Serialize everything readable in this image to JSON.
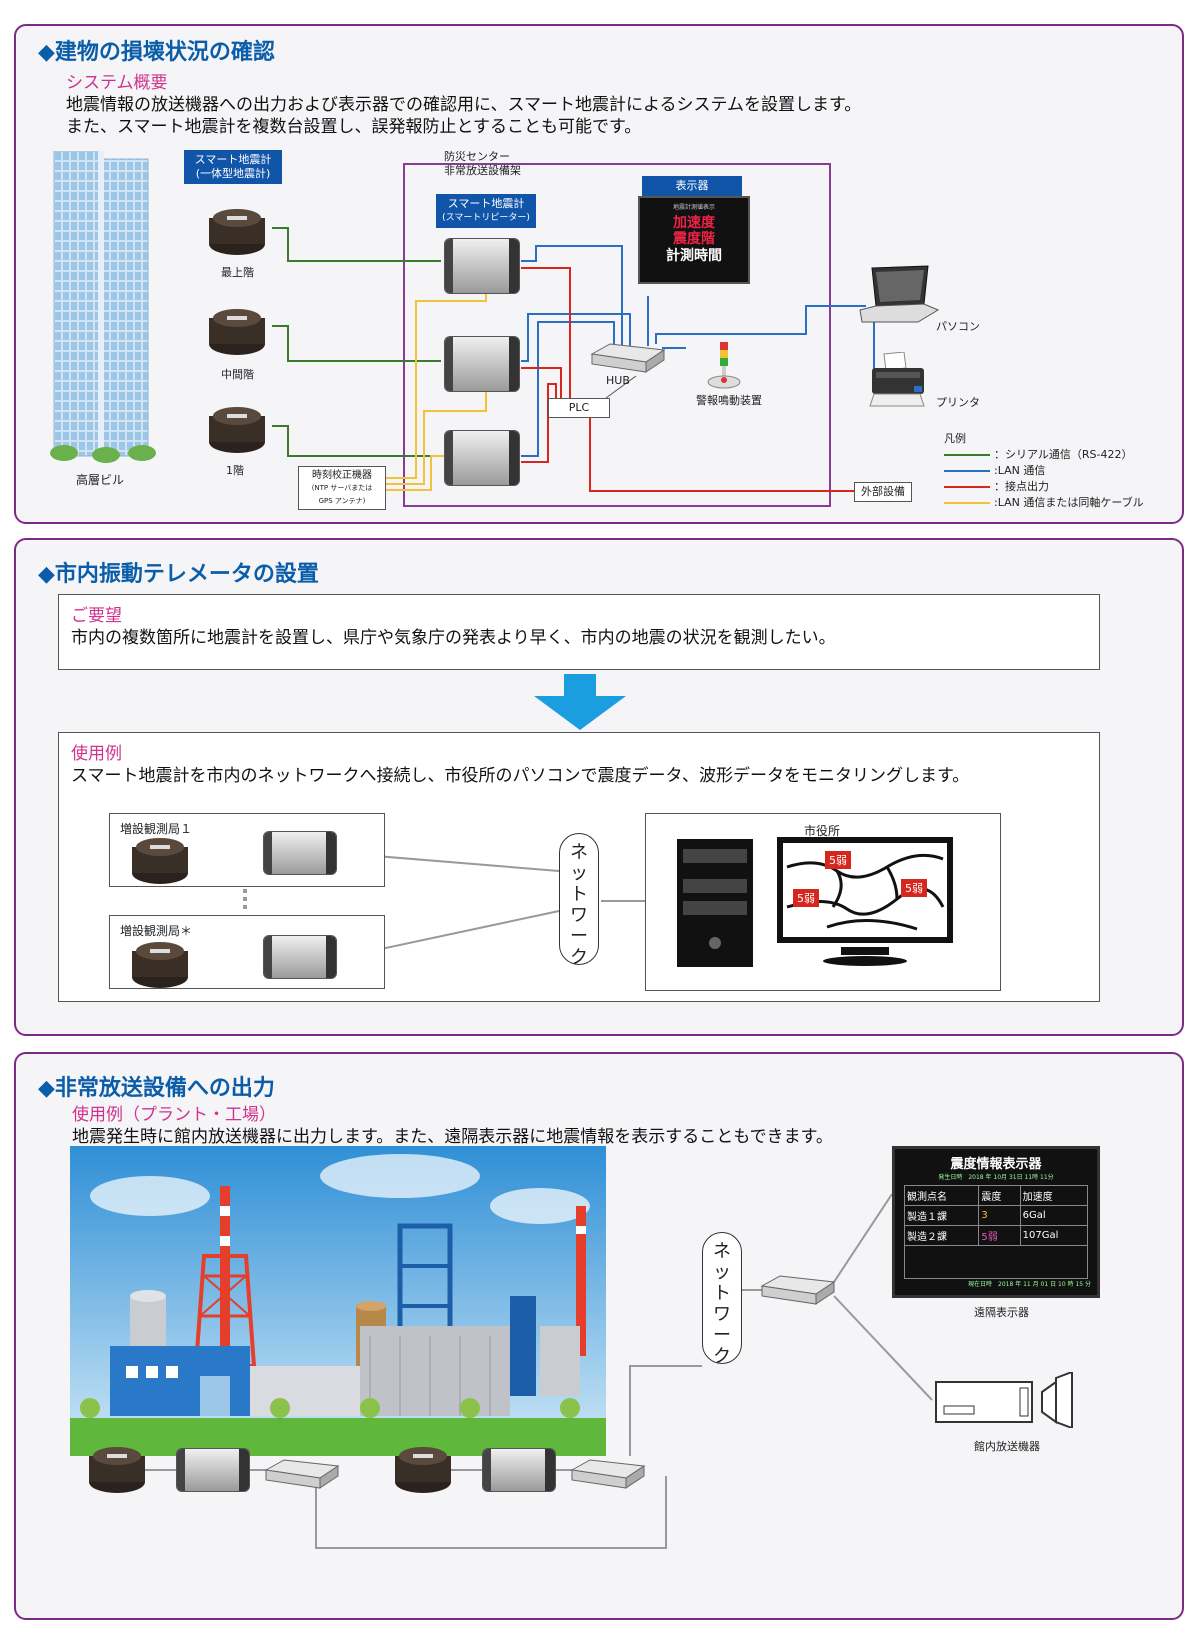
{
  "section1": {
    "title": "◆建物の損壊状況の確認",
    "subtitle": "システム概要",
    "desc1": "地震情報の放送機器への出力および表示器での確認用に、スマート地震計によるシステムを設置します。",
    "desc2": "また、スマート地震計を複数台設置し、誤発報防止とすることも可能です。",
    "tag_integrated_1": "スマート地震計",
    "tag_integrated_2": "(一体型地震計)",
    "building_label": "高層ビル",
    "floor_top": "最上階",
    "floor_mid": "中間階",
    "floor_1": "1階",
    "center_1": "防災センター",
    "center_2": "非常放送設備架",
    "tag_repeater_1": "スマート地震計",
    "tag_repeater_2": "(スマートリピーター)",
    "tag_display": "表示器",
    "display_header": "地震計測値表示",
    "display_line1": "加速度",
    "display_line2": "震度階",
    "display_line3": "計測時間",
    "hub": "HUB",
    "alarm": "警報鳴動装置",
    "plc": "PLC",
    "time_device_1": "時刻校正機器",
    "time_device_2": "(NTP サーバまたは",
    "time_device_3": "GPS アンテナ)",
    "pc": "パソコン",
    "printer": "プリンタ",
    "external": "外部設備",
    "legend_title": "凡例",
    "legend": [
      {
        "label": "：シリアル通信（RS-422）",
        "color": "#3c7a2e"
      },
      {
        "label": ":LAN 通信",
        "color": "#2a6fc4"
      },
      {
        "label": "：接点出力",
        "color": "#d6261d"
      },
      {
        "label": ":LAN 通信または同軸ケーブル",
        "color": "#f2c23a"
      }
    ]
  },
  "section2": {
    "title": "◆市内振動テレメータの設置",
    "req_title": "ご要望",
    "req_text": "市内の複数箇所に地震計を設置し、県庁や気象庁の発表より早く、市内の地震の状況を観測したい。",
    "use_title": "使用例",
    "use_text": "スマート地震計を市内のネットワークへ接続し、市役所のパソコンで震度データ、波形データをモニタリングします。",
    "station1": "増設観測局１",
    "station2": "増設観測局＊",
    "network": [
      "ネ",
      "ッ",
      "ト",
      "ワ",
      "ー",
      "ク"
    ],
    "city_hall": "市役所",
    "map_badges": [
      "5弱",
      "5弱",
      "5弱"
    ]
  },
  "section3": {
    "title": "◆非常放送設備への出力",
    "use_title": "使用例（プラント・工場）",
    "use_text": "地震発生時に館内放送機器に出力します。また、遠隔表示器に地震情報を表示することもできます。",
    "network": [
      "ネ",
      "ッ",
      "ト",
      "ワ",
      "ー",
      "ク"
    ],
    "board_title": "震度情報表示器",
    "board_subline": "発生日時　2018 年 10月 31日 11時 11分",
    "board_headers": [
      "観測点名",
      "震度",
      "加速度"
    ],
    "board_rows": [
      {
        "name": "製造１課",
        "intensity": "3",
        "accel": "6Gal"
      },
      {
        "name": "製造２課",
        "intensity": "5弱",
        "accel": "107Gal"
      }
    ],
    "board_footer": "現在日時　2018 年 11 月 01 日 10 時 15 分",
    "remote_display": "遠隔表示器",
    "broadcast": "館内放送機器"
  }
}
